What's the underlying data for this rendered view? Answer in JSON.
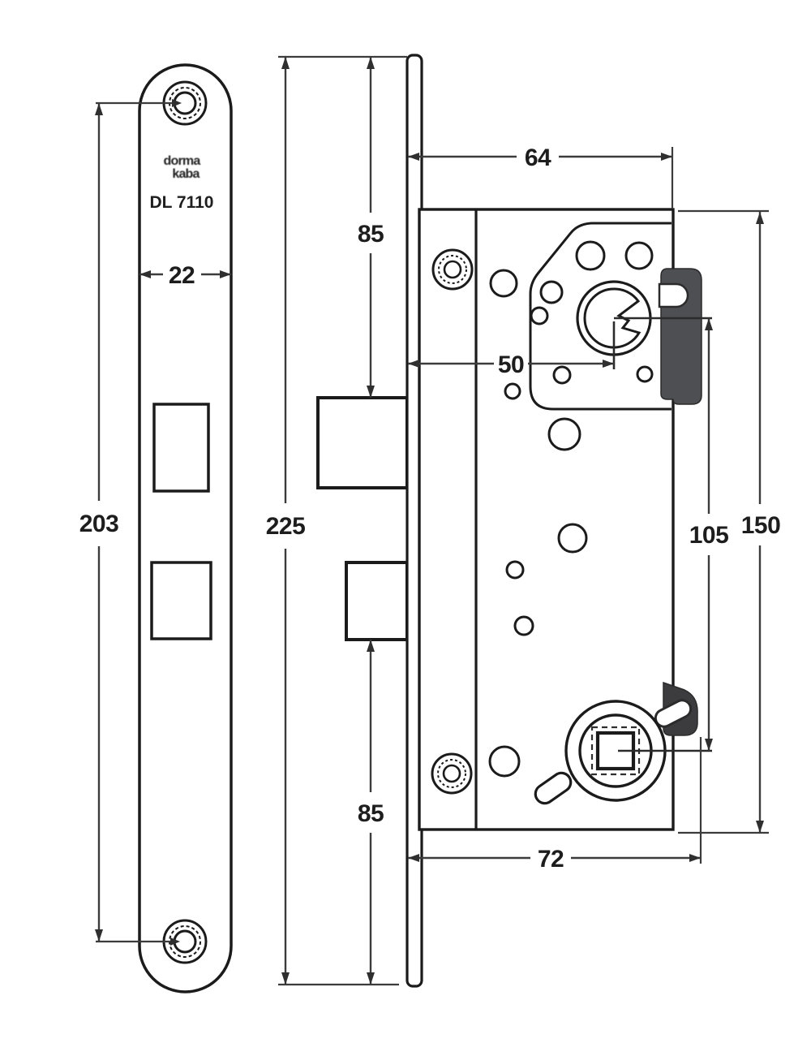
{
  "product": {
    "brand_line1": "dorma",
    "brand_line2": "kaba",
    "model": "DL 7110"
  },
  "dimensions": {
    "faceplate_width": "22",
    "screw_hole_spacing": "203",
    "faceplate_length": "225",
    "top_to_latch": "85",
    "bolt_to_bottom": "85",
    "case_depth": "64",
    "backset": "50",
    "overall_depth": "72",
    "cylinder_to_follower": "105",
    "case_height": "150"
  }
}
